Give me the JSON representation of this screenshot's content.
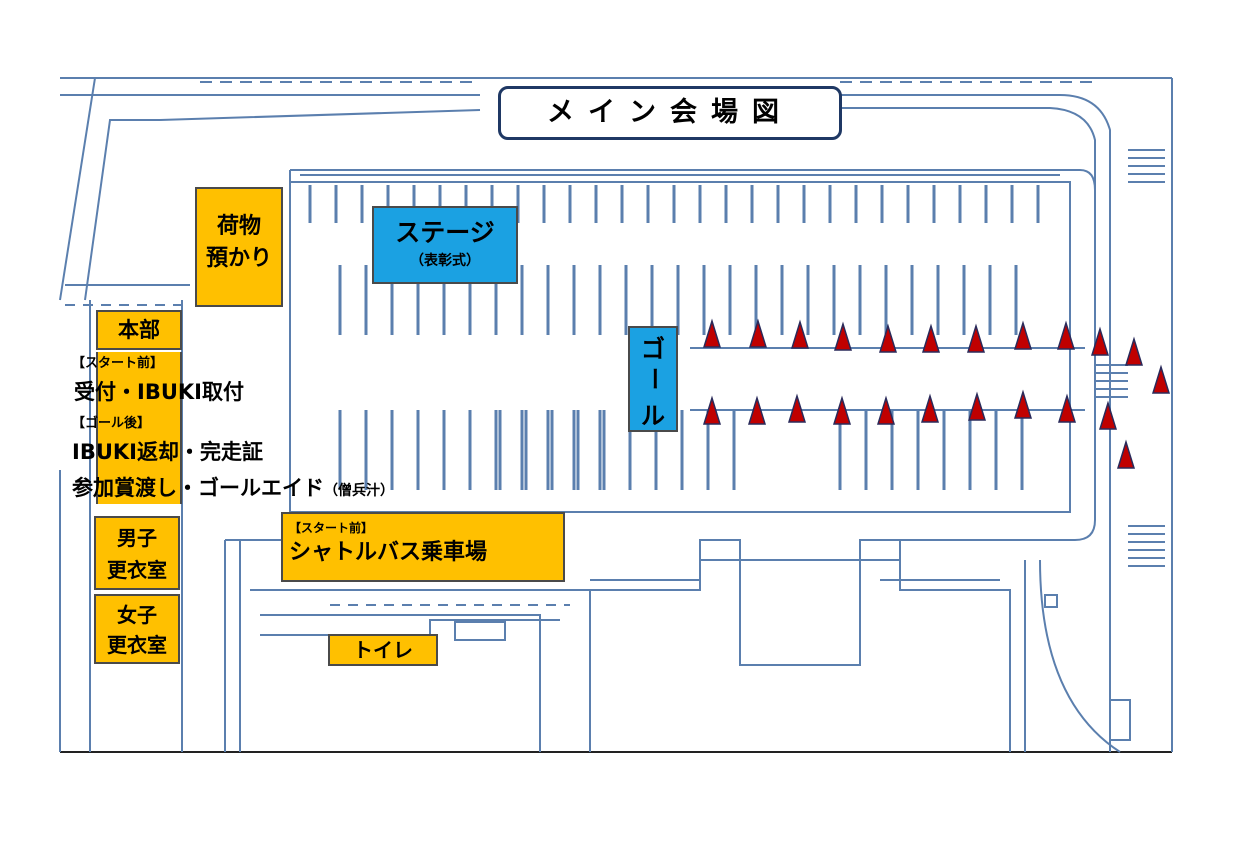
{
  "map": {
    "title": "メイン会場図",
    "colors": {
      "line": "#5b7fae",
      "orange": "#ffc000",
      "blue": "#1ba1e2",
      "cone": "#c00000",
      "title_border": "#1f3864"
    }
  },
  "labels": {
    "baggage_1": "荷物",
    "baggage_2": "預かり",
    "stage": "ステージ",
    "stage_sub": "（表彰式）",
    "goal_1": "ゴ",
    "goal_2": "ー",
    "goal_3": "ル",
    "hq": "本部",
    "before_start_1": "【スタート前】",
    "reception": "受付・IBUKI取付",
    "after_goal": "【ゴール後】",
    "ibuki_return": "IBUKI返却・完走証",
    "prize": "参加賞渡し・ゴールエイド",
    "prize_sub": "（僧兵汁）",
    "men_1": "男子",
    "men_2": "更衣室",
    "women_1": "女子",
    "women_2": "更衣室",
    "before_start_2": "【スタート前】",
    "shuttle": "シャトルバス乗車場",
    "toilet": "トイレ"
  },
  "cones": {
    "icon": "cone-icon",
    "count": 24
  }
}
